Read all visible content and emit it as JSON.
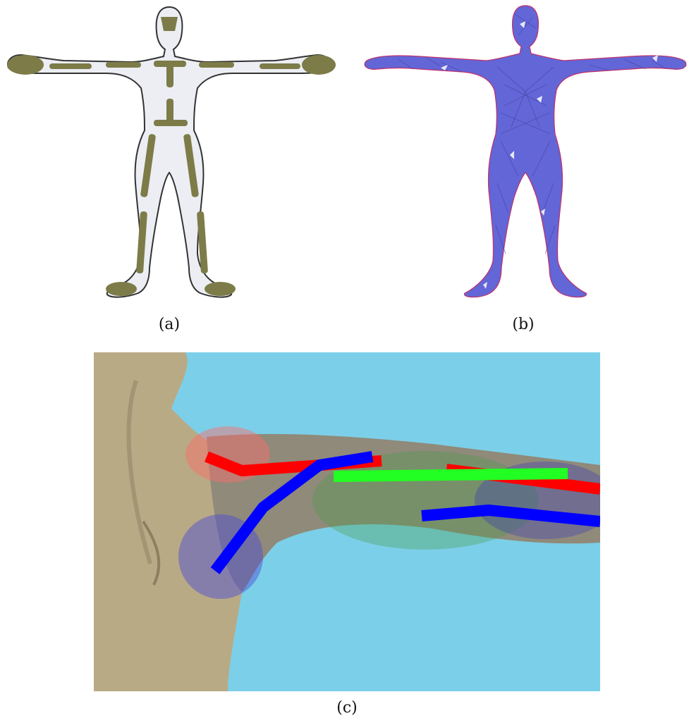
{
  "captions": {
    "a": "(a)",
    "b": "(b)",
    "c": "(c)"
  },
  "colors": {
    "body_fill": "#eceef4",
    "bone_fill": "#7d7c48",
    "mesh_fill": "#6366d6",
    "sky": "#7ccfe8",
    "skin": "#b9aa86",
    "red": "#ff0000",
    "green": "#22ff22",
    "blue": "#0000ff"
  },
  "icons": [
    "skeleton-figure-icon",
    "mesh-figure-icon",
    "arm-skinning-icon"
  ]
}
